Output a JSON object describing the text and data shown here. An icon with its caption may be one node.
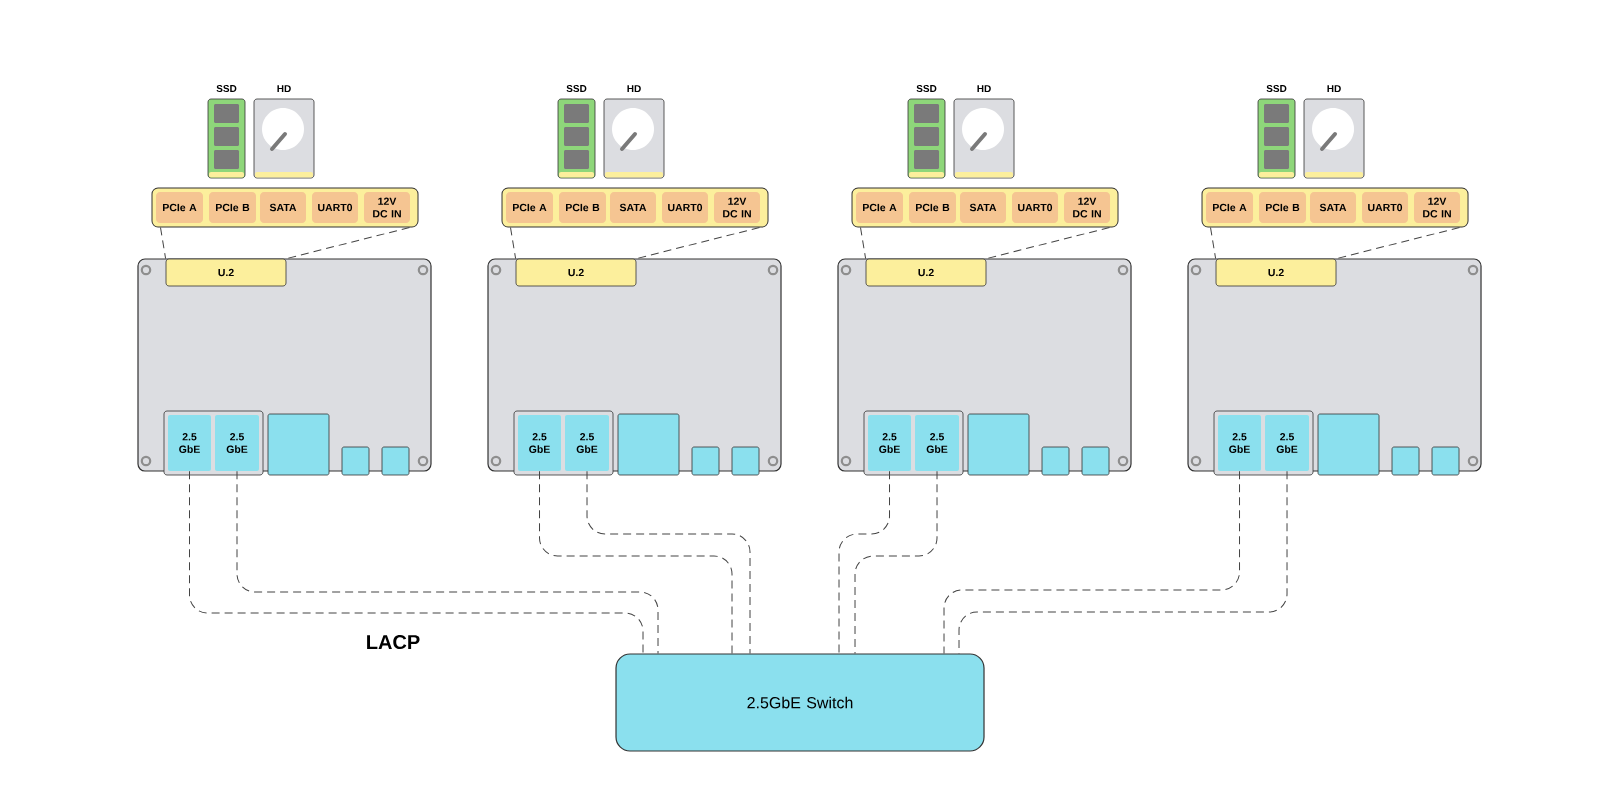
{
  "diagram": {
    "nodes": [
      {
        "text": [
          "SSD"
        ]
      },
      {
        "text": [
          "HD"
        ]
      },
      {
        "text": [],
        "shape": "box"
      },
      {
        "text": [
          "PCIe A"
        ],
        "in": 2
      },
      {
        "text": [
          "PCIe B"
        ],
        "in": 2
      },
      {
        "text": [
          "SATA"
        ],
        "in": 2
      },
      {
        "text": [
          "UART0"
        ],
        "in": 2
      },
      {
        "text": [
          "12V DC IN"
        ],
        "in": 2
      },
      {
        "text": [],
        "shape": "box"
      },
      {
        "text": [
          "U.2"
        ],
        "in": 8
      },
      {
        "text": [],
        "shape": "box",
        "in": 8
      },
      {
        "text": [
          "2.5 GbE"
        ],
        "in": 10
      },
      {
        "text": [
          "2.5 GbE"
        ],
        "in": 10
      },
      {
        "text": [],
        "shape": "box",
        "in": 8
      },
      {
        "text": [],
        "shape": "box",
        "in": 8
      },
      {
        "text": [],
        "shape": "box",
        "in": 8
      },
      {
        "text": [
          "SSD"
        ]
      },
      {
        "text": [
          "HD"
        ]
      },
      {
        "text": [],
        "shape": "box"
      },
      {
        "text": [
          "PCIe A"
        ],
        "in": 18
      },
      {
        "text": [
          "PCIe B"
        ],
        "in": 18
      },
      {
        "text": [
          "SATA"
        ],
        "in": 18
      },
      {
        "text": [
          "UART0"
        ],
        "in": 18
      },
      {
        "text": [
          "12V DC IN"
        ],
        "in": 18
      },
      {
        "text": [],
        "shape": "box"
      },
      {
        "text": [
          "U.2"
        ],
        "in": 24
      },
      {
        "text": [],
        "shape": "box",
        "in": 24
      },
      {
        "text": [
          "2.5 GbE"
        ],
        "in": 26
      },
      {
        "text": [
          "2.5 GbE"
        ],
        "in": 26
      },
      {
        "text": [],
        "shape": "box",
        "in": 24
      },
      {
        "text": [],
        "shape": "box",
        "in": 24
      },
      {
        "text": [],
        "shape": "box",
        "in": 24
      },
      {
        "text": [
          "SSD"
        ]
      },
      {
        "text": [
          "HD"
        ]
      },
      {
        "text": [],
        "shape": "box"
      },
      {
        "text": [
          "PCIe A"
        ],
        "in": 34
      },
      {
        "text": [
          "PCIe B"
        ],
        "in": 34
      },
      {
        "text": [
          "SATA"
        ],
        "in": 34
      },
      {
        "text": [
          "UART0"
        ],
        "in": 34
      },
      {
        "text": [
          "12V DC IN"
        ],
        "in": 34
      },
      {
        "text": [],
        "shape": "box"
      },
      {
        "text": [
          "U.2"
        ],
        "in": 40
      },
      {
        "text": [],
        "shape": "box",
        "in": 40
      },
      {
        "text": [
          "2.5 GbE"
        ],
        "in": 42
      },
      {
        "text": [
          "2.5 GbE"
        ],
        "in": 42
      },
      {
        "text": [],
        "shape": "box",
        "in": 40
      },
      {
        "text": [],
        "shape": "box",
        "in": 40
      },
      {
        "text": [],
        "shape": "box",
        "in": 40
      },
      {
        "text": [
          "SSD"
        ]
      },
      {
        "text": [
          "HD"
        ]
      },
      {
        "text": [],
        "shape": "box"
      },
      {
        "text": [
          "PCIe A"
        ],
        "in": 50
      },
      {
        "text": [
          "PCIe B"
        ],
        "in": 50
      },
      {
        "text": [
          "SATA"
        ],
        "in": 50
      },
      {
        "text": [
          "UART0"
        ],
        "in": 50
      },
      {
        "text": [
          "12V DC IN"
        ],
        "in": 50
      },
      {
        "text": [],
        "shape": "box"
      },
      {
        "text": [
          "U.2"
        ],
        "in": 56
      },
      {
        "text": [],
        "shape": "box",
        "in": 56
      },
      {
        "text": [
          "2.5 GbE"
        ],
        "in": 58
      },
      {
        "text": [
          "2.5 GbE"
        ],
        "in": 58
      },
      {
        "text": [],
        "shape": "box",
        "in": 56
      },
      {
        "text": [],
        "shape": "box",
        "in": 56
      },
      {
        "text": [],
        "shape": "box",
        "in": 56
      },
      {
        "text": [
          "2.5GbE Switch"
        ]
      }
    ],
    "edges": [
      {
        "from": 2,
        "to": 9,
        "arrow": "none",
        "style": "dashed"
      },
      {
        "from": 2,
        "to": 9,
        "arrow": "none",
        "style": "dashed"
      },
      {
        "from": 11,
        "to": 64,
        "arrow": "none",
        "style": "dashed"
      },
      {
        "from": 12,
        "to": 64,
        "arrow": "none",
        "style": "dashed"
      },
      {
        "from": 18,
        "to": 25,
        "arrow": "none",
        "style": "dashed"
      },
      {
        "from": 18,
        "to": 25,
        "arrow": "none",
        "style": "dashed"
      },
      {
        "from": 27,
        "to": 64,
        "arrow": "none",
        "style": "dashed"
      },
      {
        "from": 28,
        "to": 64,
        "arrow": "none",
        "style": "dashed"
      },
      {
        "from": 34,
        "to": 41,
        "arrow": "none",
        "style": "dashed"
      },
      {
        "from": 34,
        "to": 41,
        "arrow": "none",
        "style": "dashed"
      },
      {
        "from": 43,
        "to": 64,
        "arrow": "none",
        "style": "dashed"
      },
      {
        "from": 44,
        "to": 64,
        "arrow": "none",
        "style": "dashed"
      },
      {
        "from": 50,
        "to": 57,
        "arrow": "none",
        "style": "dashed"
      },
      {
        "from": 50,
        "to": 57,
        "arrow": "none",
        "style": "dashed"
      },
      {
        "from": 59,
        "to": 64,
        "arrow": "none",
        "style": "dashed"
      },
      {
        "from": 60,
        "to": 64,
        "arrow": "none",
        "style": "dashed"
      }
    ],
    "labels": [
      "LACP"
    ]
  }
}
